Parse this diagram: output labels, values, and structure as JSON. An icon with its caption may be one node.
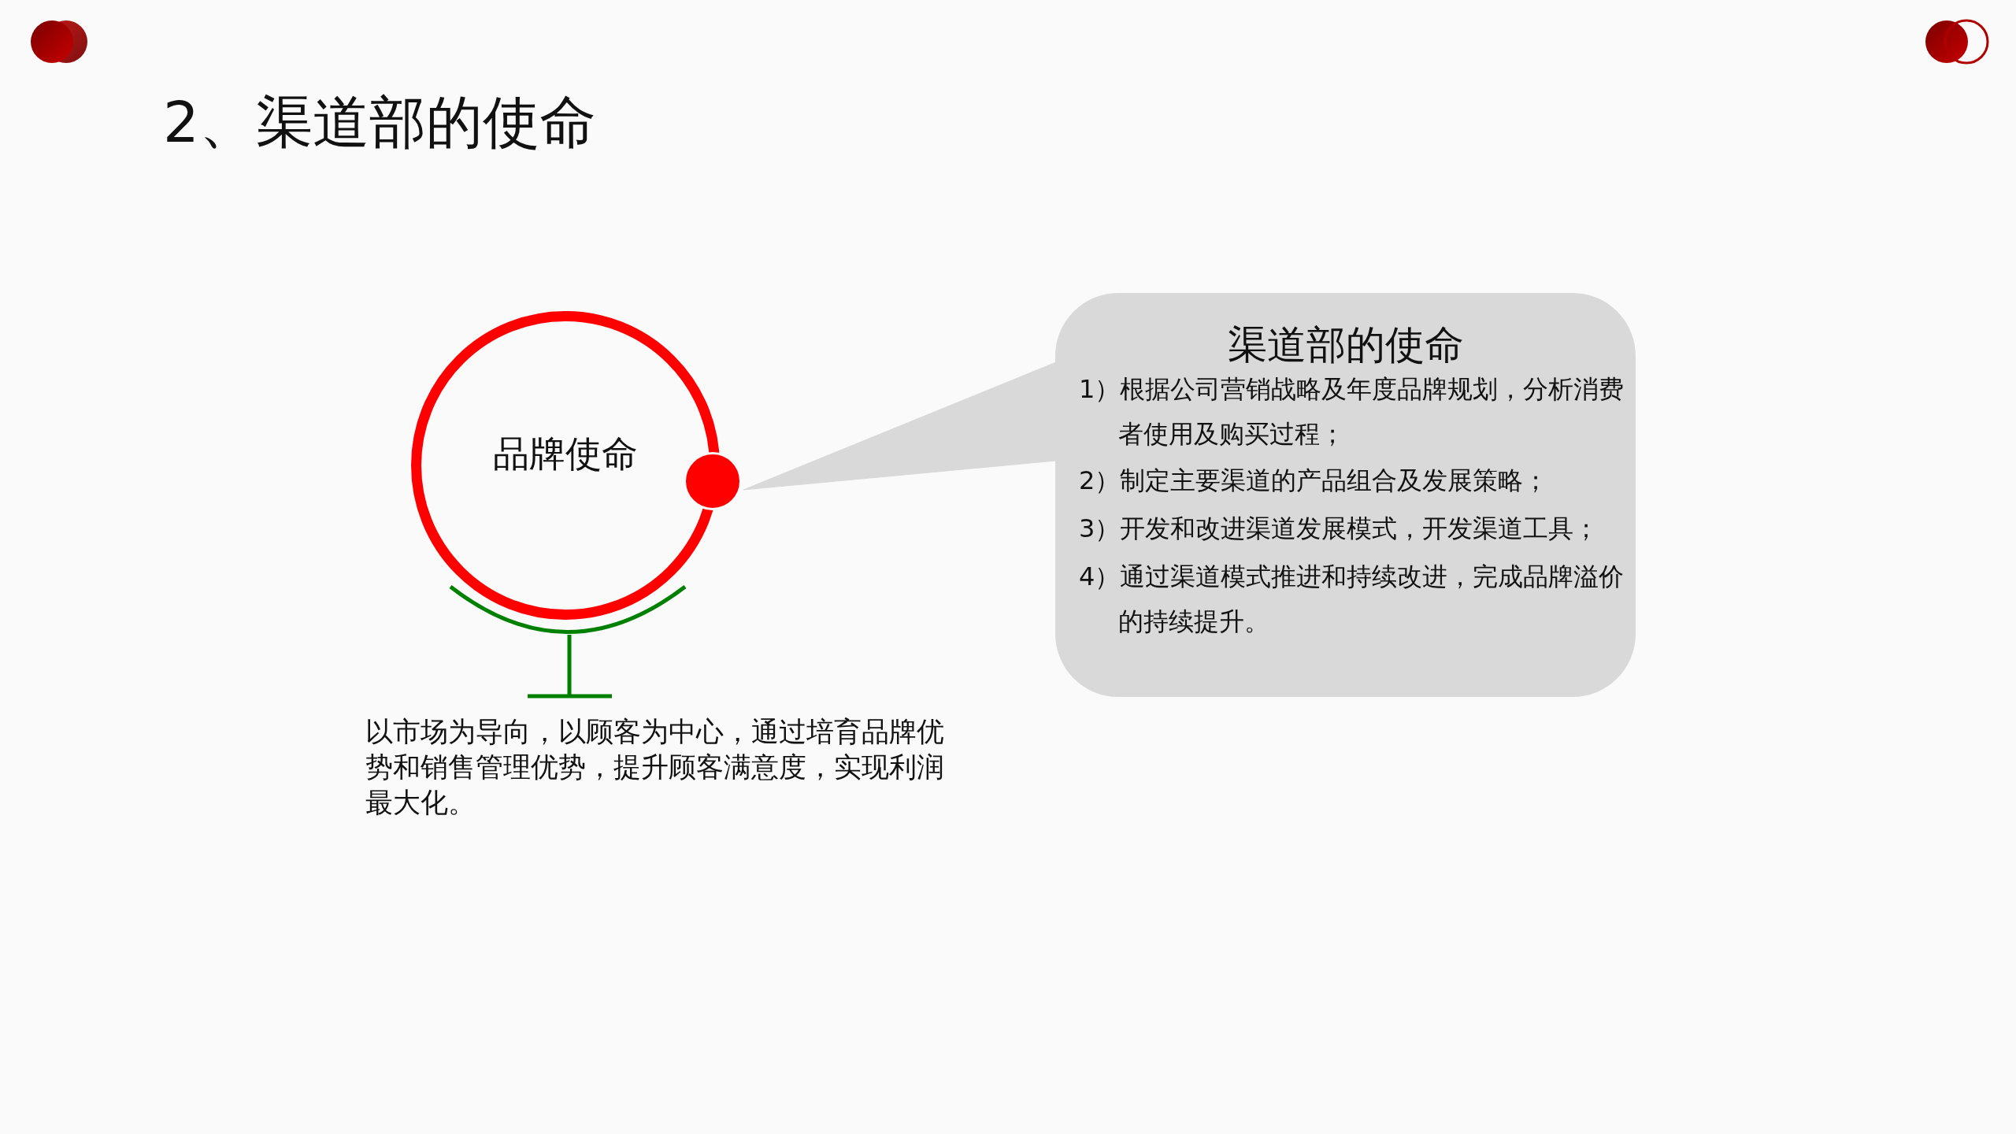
{
  "diagram": {
    "title": "2、渠道部的使命",
    "nodes": [
      {
        "text": [
          "品牌使命"
        ],
        "beside": [
          "以市场为导向，以顾客为中心，通过培育品牌优势和销售管理优势，提升顾客满意度，实现利润最大化。"
        ]
      },
      {
        "text": [],
        "shape": "circle"
      },
      {
        "text": [
          "渠道部的使命",
          "1）根据公司营销战略及年度品牌规划，分析消费者使用及购买过程；",
          "2）制定主要渠道的产品组合及发展策略；",
          "3）开发和改进渠道发展模式，开发渠道工具；",
          "4）通过渠道模式推进和持续改进，完成品牌溢价的持续提升。"
        ]
      }
    ],
    "edges": [
      {
        "from": 2,
        "to": 1,
        "arrow": "none"
      }
    ]
  }
}
